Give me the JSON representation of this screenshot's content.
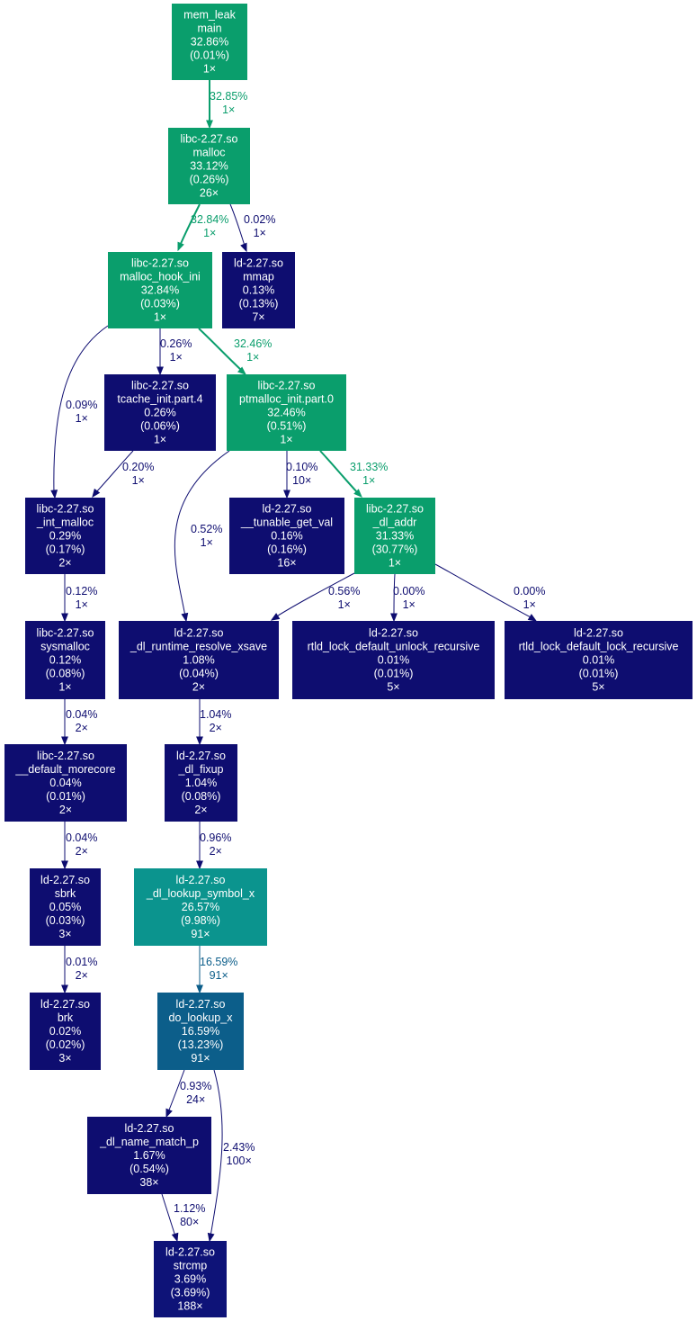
{
  "nodes": {
    "main": {
      "lines": [
        "mem_leak",
        "main",
        "32.86%",
        "(0.01%)",
        "1×"
      ],
      "color": "#0a9e6c"
    },
    "malloc": {
      "lines": [
        "libc-2.27.so",
        "malloc",
        "33.12%",
        "(0.26%)",
        "26×"
      ],
      "color": "#0a9e6c"
    },
    "malloc_hook_ini": {
      "lines": [
        "libc-2.27.so",
        "malloc_hook_ini",
        "32.84%",
        "(0.03%)",
        "1×"
      ],
      "color": "#0a9e6c"
    },
    "mmap": {
      "lines": [
        "ld-2.27.so",
        "mmap",
        "0.13%",
        "(0.13%)",
        "7×"
      ],
      "color": "#0e0d70"
    },
    "tcache_init": {
      "lines": [
        "libc-2.27.so",
        "tcache_init.part.4",
        "0.26%",
        "(0.06%)",
        "1×"
      ],
      "color": "#0e0d70"
    },
    "ptmalloc_init": {
      "lines": [
        "libc-2.27.so",
        "ptmalloc_init.part.0",
        "32.46%",
        "(0.51%)",
        "1×"
      ],
      "color": "#0a9e6c"
    },
    "int_malloc": {
      "lines": [
        "libc-2.27.so",
        "_int_malloc",
        "0.29%",
        "(0.17%)",
        "2×"
      ],
      "color": "#0e0d70"
    },
    "tunable_get_val": {
      "lines": [
        "ld-2.27.so",
        "__tunable_get_val",
        "0.16%",
        "(0.16%)",
        "16×"
      ],
      "color": "#0e0d70"
    },
    "dl_addr": {
      "lines": [
        "libc-2.27.so",
        "_dl_addr",
        "31.33%",
        "(30.77%)",
        "1×"
      ],
      "color": "#0a9e6c"
    },
    "sysmalloc": {
      "lines": [
        "libc-2.27.so",
        "sysmalloc",
        "0.12%",
        "(0.08%)",
        "1×"
      ],
      "color": "#0e0d70"
    },
    "dl_runtime_resolve": {
      "lines": [
        "ld-2.27.so",
        "_dl_runtime_resolve_xsave",
        "1.08%",
        "(0.04%)",
        "2×"
      ],
      "color": "#0e0d70"
    },
    "rtld_unlock": {
      "lines": [
        "ld-2.27.so",
        "rtld_lock_default_unlock_recursive",
        "0.01%",
        "(0.01%)",
        "5×"
      ],
      "color": "#0e0d70"
    },
    "rtld_lock": {
      "lines": [
        "ld-2.27.so",
        "rtld_lock_default_lock_recursive",
        "0.01%",
        "(0.01%)",
        "5×"
      ],
      "color": "#0e0d70"
    },
    "default_morecore": {
      "lines": [
        "libc-2.27.so",
        "__default_morecore",
        "0.04%",
        "(0.01%)",
        "2×"
      ],
      "color": "#0e0d70"
    },
    "dl_fixup": {
      "lines": [
        "ld-2.27.so",
        "_dl_fixup",
        "1.04%",
        "(0.08%)",
        "2×"
      ],
      "color": "#0e0d70"
    },
    "sbrk": {
      "lines": [
        "ld-2.27.so",
        "sbrk",
        "0.05%",
        "(0.03%)",
        "3×"
      ],
      "color": "#0e0d70"
    },
    "dl_lookup_symbol": {
      "lines": [
        "ld-2.27.so",
        "_dl_lookup_symbol_x",
        "26.57%",
        "(9.98%)",
        "91×"
      ],
      "color": "#0b948e"
    },
    "brk": {
      "lines": [
        "ld-2.27.so",
        "brk",
        "0.02%",
        "(0.02%)",
        "3×"
      ],
      "color": "#0e0d70"
    },
    "do_lookup": {
      "lines": [
        "ld-2.27.so",
        "do_lookup_x",
        "16.59%",
        "(13.23%)",
        "91×"
      ],
      "color": "#0c5e8a"
    },
    "dl_name_match": {
      "lines": [
        "ld-2.27.so",
        "_dl_name_match_p",
        "1.67%",
        "(0.54%)",
        "38×"
      ],
      "color": "#0e0d70"
    },
    "strcmp": {
      "lines": [
        "ld-2.27.so",
        "strcmp",
        "3.69%",
        "(3.69%)",
        "188×"
      ],
      "color": "#0e1378"
    }
  },
  "edges": {
    "e_main_malloc": {
      "pct": "32.85%",
      "calls": "1×",
      "color": "#0a9e6c"
    },
    "e_malloc_hook": {
      "pct": "32.84%",
      "calls": "1×",
      "color": "#0a9e6c"
    },
    "e_malloc_mmap": {
      "pct": "0.02%",
      "calls": "1×",
      "color": "#0e0d70"
    },
    "e_hook_tcache": {
      "pct": "0.26%",
      "calls": "1×",
      "color": "#0e0d70"
    },
    "e_hook_ptmalloc": {
      "pct": "32.46%",
      "calls": "1×",
      "color": "#0a9e6c"
    },
    "e_hook_intmalloc": {
      "pct": "0.09%",
      "calls": "1×",
      "color": "#0e0d70"
    },
    "e_tcache_intmalloc": {
      "pct": "0.20%",
      "calls": "1×",
      "color": "#0e0d70"
    },
    "e_ptmalloc_tunable": {
      "pct": "0.10%",
      "calls": "10×",
      "color": "#0e0d70"
    },
    "e_ptmalloc_dladdr": {
      "pct": "31.33%",
      "calls": "1×",
      "color": "#0a9e6c"
    },
    "e_ptmalloc_resolve": {
      "pct": "0.52%",
      "calls": "1×",
      "color": "#0e0d70"
    },
    "e_intmalloc_sysmalloc": {
      "pct": "0.12%",
      "calls": "1×",
      "color": "#0e0d70"
    },
    "e_dladdr_resolve": {
      "pct": "0.56%",
      "calls": "1×",
      "color": "#0e0d70"
    },
    "e_dladdr_unlock": {
      "pct": "0.00%",
      "calls": "1×",
      "color": "#0e0d70"
    },
    "e_dladdr_lock": {
      "pct": "0.00%",
      "calls": "1×",
      "color": "#0e0d70"
    },
    "e_sysmalloc_morecore": {
      "pct": "0.04%",
      "calls": "2×",
      "color": "#0e0d70"
    },
    "e_resolve_fixup": {
      "pct": "1.04%",
      "calls": "2×",
      "color": "#0e0d70"
    },
    "e_morecore_sbrk": {
      "pct": "0.04%",
      "calls": "2×",
      "color": "#0e0d70"
    },
    "e_fixup_lookup": {
      "pct": "0.96%",
      "calls": "2×",
      "color": "#0e0d70"
    },
    "e_sbrk_brk": {
      "pct": "0.01%",
      "calls": "2×",
      "color": "#0e0d70"
    },
    "e_lookup_dolookup": {
      "pct": "16.59%",
      "calls": "91×",
      "color": "#0c5e8a"
    },
    "e_dolookup_namematch": {
      "pct": "0.93%",
      "calls": "24×",
      "color": "#0e0d70"
    },
    "e_dolookup_strcmp": {
      "pct": "2.43%",
      "calls": "100×",
      "color": "#0e0d70"
    },
    "e_namematch_strcmp": {
      "pct": "1.12%",
      "calls": "80×",
      "color": "#0e0d70"
    }
  }
}
